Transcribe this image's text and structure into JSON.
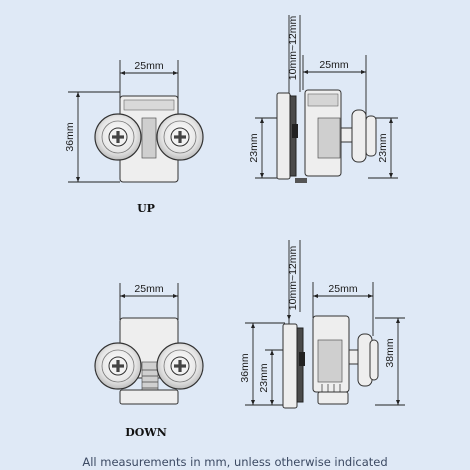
{
  "views": {
    "up": {
      "caption": "UP",
      "front_width": "25mm",
      "front_height": "36mm",
      "side_gap": "10mm~12mm",
      "side_width": "25mm",
      "side_left_height": "23mm",
      "side_right_height": "23mm"
    },
    "down": {
      "caption": "DOWN",
      "front_width": "25mm",
      "side_gap": "10mm~12mm",
      "side_width": "25mm",
      "side_height_36": "36mm",
      "side_height_23": "23mm",
      "side_height_38": "38mm"
    }
  },
  "footer": {
    "note": "All measurements in mm, unless otherwise indicated"
  },
  "colors": {
    "background": "#dfe9f6",
    "footer_text": "#3c4a63"
  }
}
